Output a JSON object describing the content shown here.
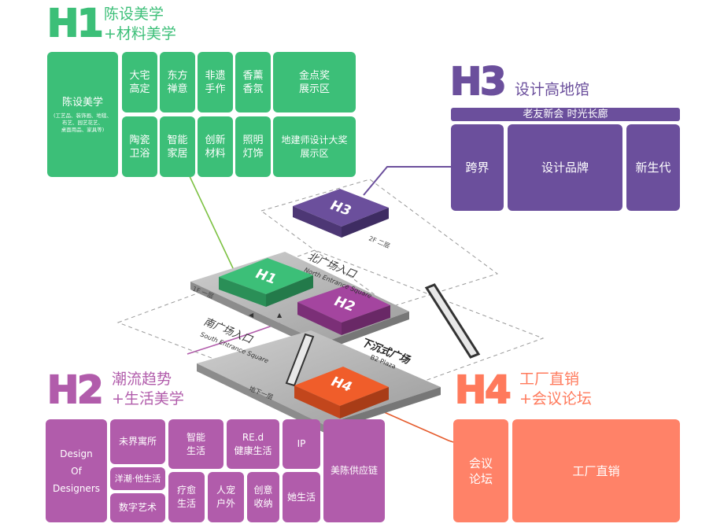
{
  "h1": {
    "code": "H1",
    "title": "陈设美学\n+材料美学",
    "color": "#3cbf78",
    "main_tile": {
      "title": "陈设美学",
      "note": "(工艺品、装饰画、地毯、\n布艺、园艺花艺、\n桌面用品、家具等)"
    },
    "tiles": [
      "大宅\n高定",
      "东方\n禅意",
      "非遗\n手作",
      "香薰\n香氛",
      "金点奖\n展示区",
      "陶瓷\n卫浴",
      "智能\n家居",
      "创新\n材料",
      "照明\n灯饰",
      "地建师设计大奖\n展示区"
    ]
  },
  "h3": {
    "code": "H3",
    "title": "设计高地馆",
    "color": "#6b4f9c",
    "banner": "老友新会 时光长廊",
    "tiles": [
      "跨界",
      "设计品牌",
      "新生代"
    ]
  },
  "h2": {
    "code": "H2",
    "title": "潮流趋势\n+生活美学",
    "color": "#b15cab",
    "tiles": [
      "Design\nOf\nDesigners",
      "未界寓所",
      "洋潮·他生活",
      "数字艺术",
      "智能\n生活",
      "RE.d\n健康生活",
      "IP",
      "疗愈\n生活",
      "人宠\n户外",
      "创意\n收纳",
      "她生活",
      "美陈供应链"
    ]
  },
  "h4": {
    "code": "H4",
    "title": "工厂直销\n+会议论坛",
    "color": "#ff8268",
    "tiles": [
      "会议\n论坛",
      "工厂直销"
    ]
  },
  "map": {
    "floor_2f": "2F 二层",
    "floor_1f": "1F 一层",
    "floor_b": "地下一层",
    "north_cn": "北广场入口",
    "north_en": "North Entrance Square",
    "south_cn": "南广场入口",
    "south_en": "South Entrance Square",
    "plaza_cn": "下沉式广场",
    "plaza_en": "B2 Plaza",
    "block_h1": "H1",
    "block_h2": "H2",
    "block_h3": "H3",
    "block_h4": "H4"
  }
}
